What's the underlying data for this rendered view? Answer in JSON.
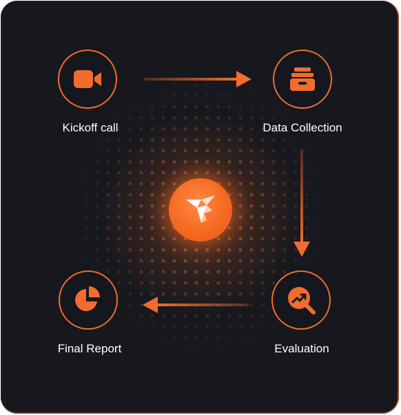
{
  "steps": {
    "kickoff": {
      "label": "Kickoff call",
      "icon": "video-camera-icon"
    },
    "data_collection": {
      "label": "Data Collection",
      "icon": "archive-box-icon"
    },
    "evaluation": {
      "label": "Evaluation",
      "icon": "magnifier-trend-icon"
    },
    "final_report": {
      "label": "Final Report",
      "icon": "pie-chart-icon"
    }
  },
  "center": {
    "icon": "origami-bird-logo-icon"
  },
  "colors": {
    "accent": "#f26c2e",
    "background": "#16181e",
    "text": "#ffffff"
  }
}
